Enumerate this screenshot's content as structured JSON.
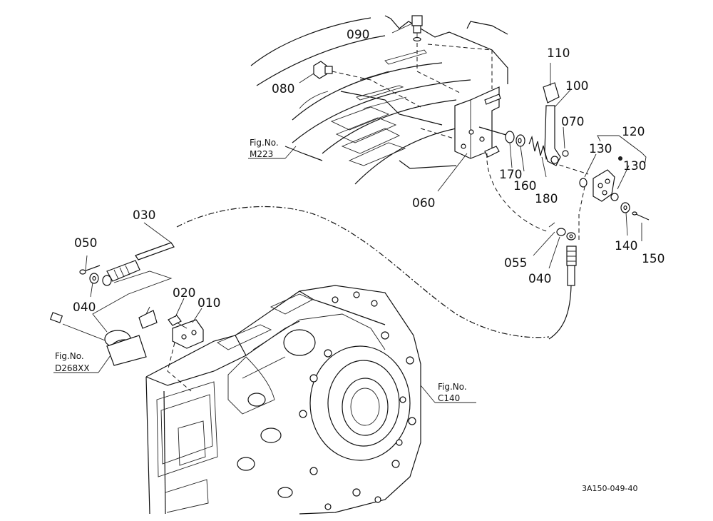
{
  "diagram": {
    "callouts": [
      {
        "key": "c090",
        "label": "090"
      },
      {
        "key": "c080",
        "label": "080"
      },
      {
        "key": "c110",
        "label": "110"
      },
      {
        "key": "c100",
        "label": "100"
      },
      {
        "key": "c070",
        "label": "070"
      },
      {
        "key": "c120",
        "label": "120"
      },
      {
        "key": "c130a",
        "label": "130"
      },
      {
        "key": "c130b",
        "label": "130"
      },
      {
        "key": "c170",
        "label": "170"
      },
      {
        "key": "c160",
        "label": "160"
      },
      {
        "key": "c180",
        "label": "180"
      },
      {
        "key": "c060",
        "label": "060"
      },
      {
        "key": "c140",
        "label": "140"
      },
      {
        "key": "c150",
        "label": "150"
      },
      {
        "key": "c055",
        "label": "055"
      },
      {
        "key": "c040r",
        "label": "040"
      },
      {
        "key": "c030",
        "label": "030"
      },
      {
        "key": "c050",
        "label": "050"
      },
      {
        "key": "c040l",
        "label": "040"
      },
      {
        "key": "c020",
        "label": "020"
      },
      {
        "key": "c010",
        "label": "010"
      }
    ],
    "figure_refs": [
      {
        "key": "m223",
        "line1": "Fig.No.",
        "line2": "M223"
      },
      {
        "key": "d268",
        "line1": "Fig.No.",
        "line2": "D268XX"
      },
      {
        "key": "c140",
        "line1": "Fig.No.",
        "line2": "C140"
      }
    ],
    "drawing_code": "3A150-049-40"
  }
}
